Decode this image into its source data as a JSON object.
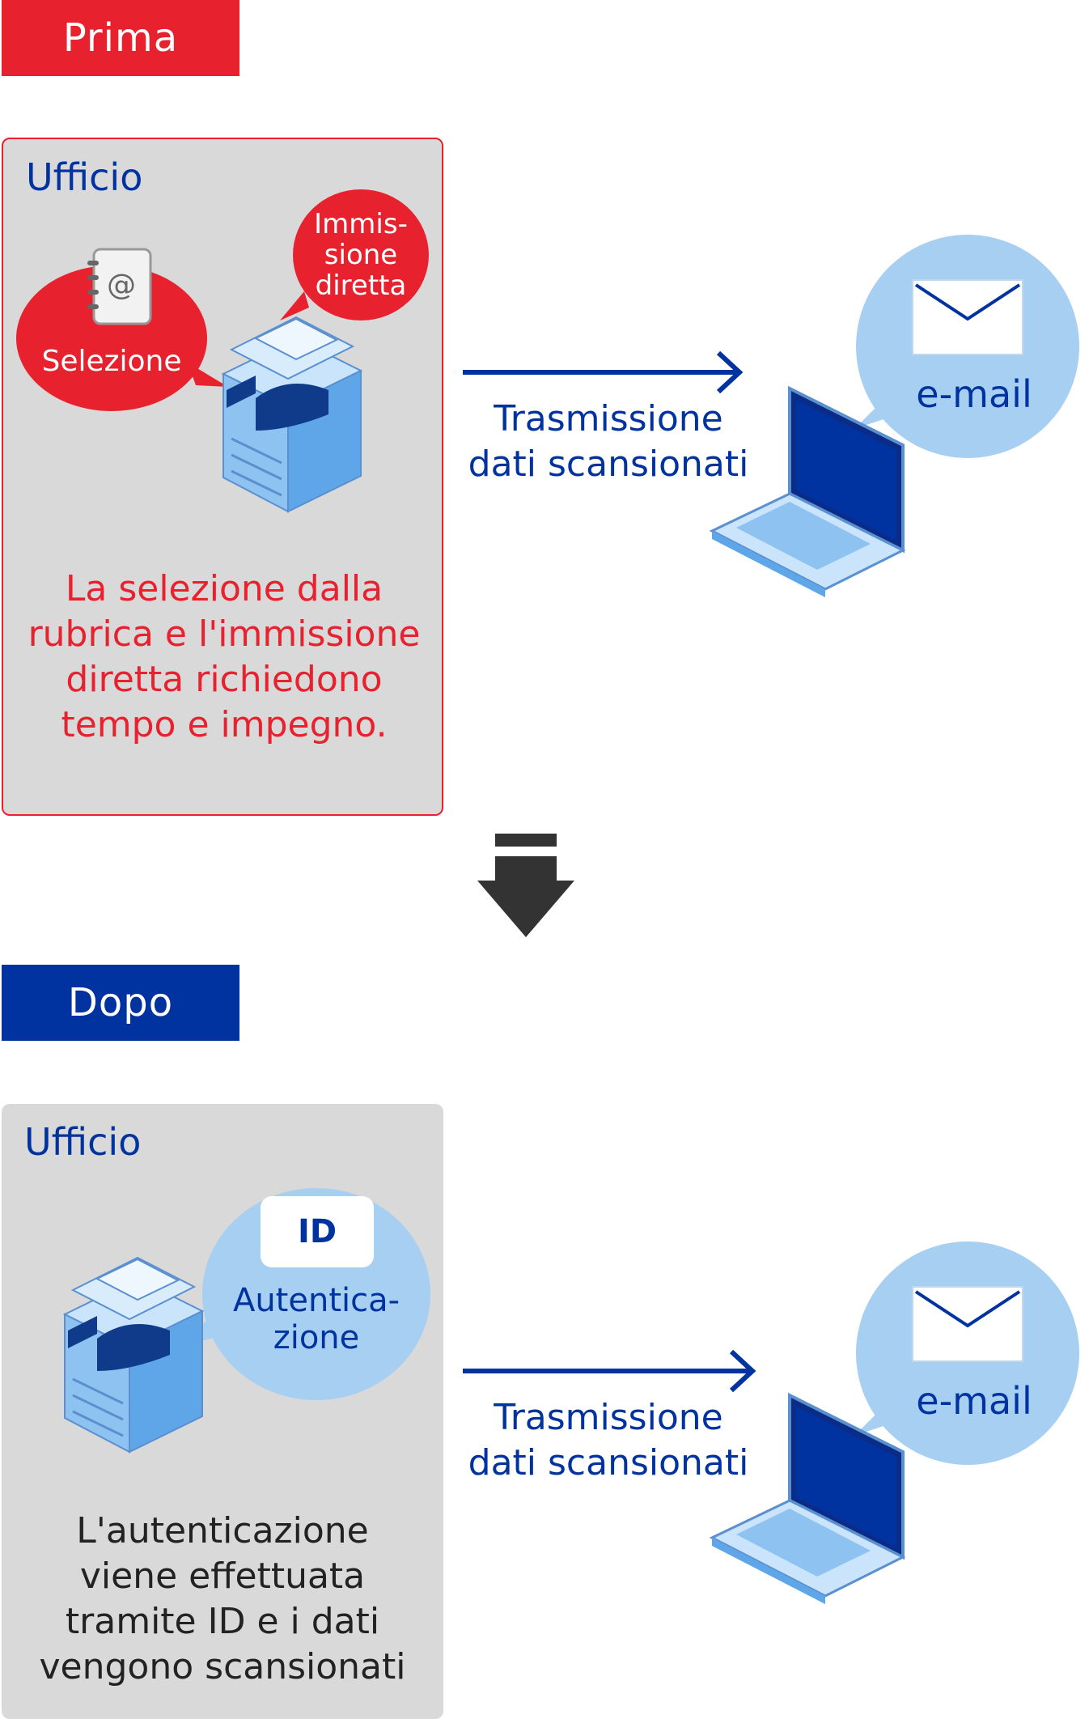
{
  "before": {
    "tag": "Prima",
    "office_label": "Ufficio",
    "bubble_selection": "Selezione",
    "bubble_direct_line1": "Immis-",
    "bubble_direct_line2": "sione",
    "bubble_direct_line3": "diretta",
    "caption_line1": "La selezione dalla",
    "caption_line2": "rubrica e l'immissione",
    "caption_line3": "diretta richiedono",
    "caption_line4": "tempo e impegno.",
    "transmission_line1": "Trasmissione",
    "transmission_line2": "dati scansionati",
    "email_label": "e-mail"
  },
  "after": {
    "tag": "Dopo",
    "office_label": "Ufficio",
    "id_label": "ID",
    "auth_line1": "Autentica-",
    "auth_line2": "zione",
    "caption_line1": "L'autenticazione",
    "caption_line2": "viene effettuata",
    "caption_line3": "tramite ID e i dati",
    "caption_line4": "vengono scansionati",
    "transmission_line1": "Trasmissione",
    "transmission_line2": "dati scansionati",
    "email_label": "e-mail"
  },
  "colors": {
    "red": "#e8212e",
    "blue": "#0033a0",
    "light_blue": "#a7cff2",
    "gray_panel": "#d9d9d9",
    "arrow_dark": "#333333"
  }
}
